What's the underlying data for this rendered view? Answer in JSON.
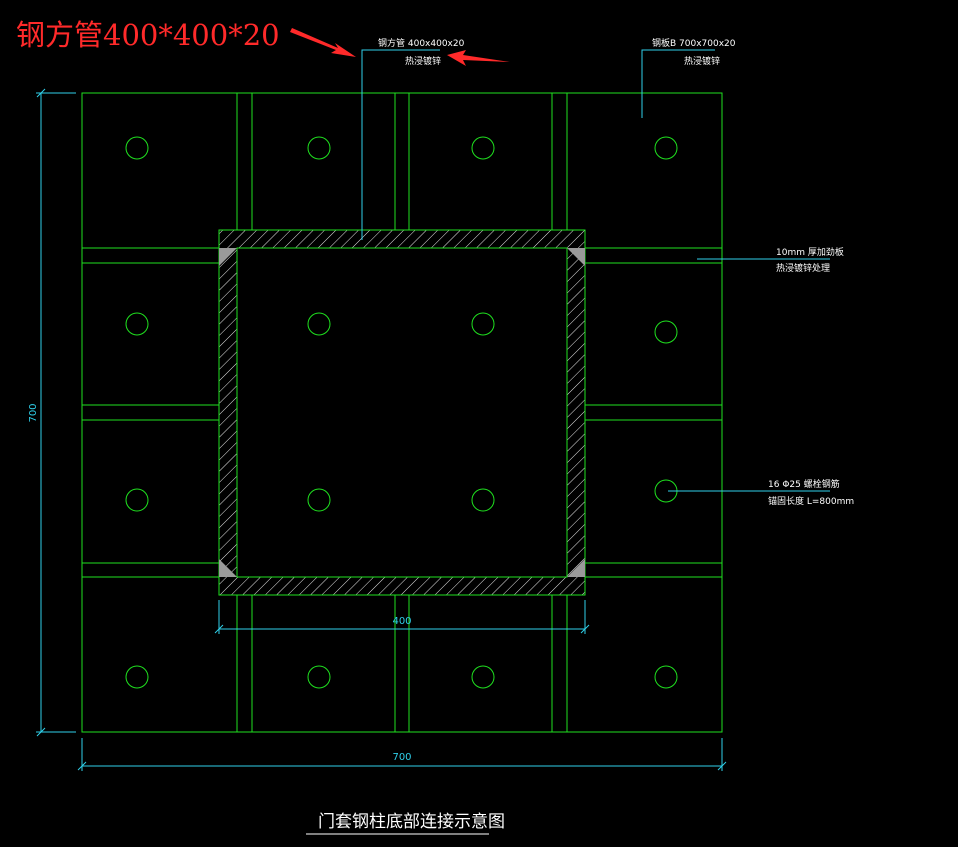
{
  "annotation": {
    "text": "钢方管400*400*20",
    "color": "#ff2a2a"
  },
  "callouts": {
    "tube_line1": "钢方管 400x400x20",
    "tube_line2": "热浸镀锌",
    "plate_line1": "钢板B 700x700x20",
    "plate_line2": "热浸镀锌",
    "stiffener_line1": "10mm 厚加劲板",
    "stiffener_line2": "热浸镀锌处理",
    "bolt_line1": "16 Φ25 螺栓钢筋",
    "bolt_line2": "锚固长度 L=800mm"
  },
  "dimensions": {
    "plate_width": "700",
    "plate_height": "700",
    "tube_width": "400"
  },
  "title": "门套钢柱底部连接示意图",
  "colors": {
    "outline": "#1fe01f",
    "hatch": "#e8e8e8",
    "dimension": "#2fd0ea",
    "text": "#ffffff",
    "arrow": "#ff2a2a",
    "background": "#000000"
  }
}
